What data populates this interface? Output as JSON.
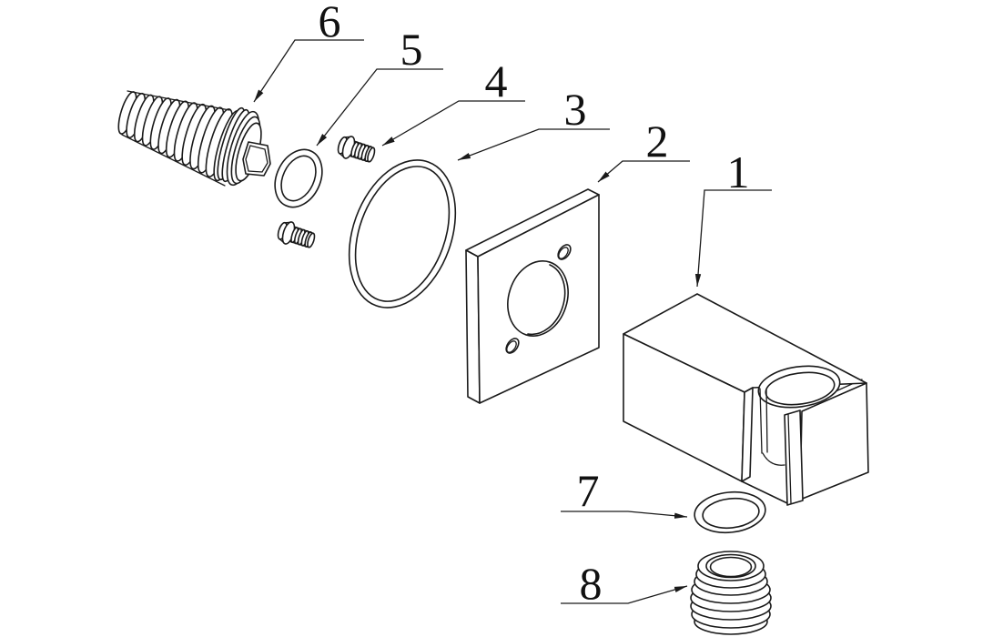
{
  "diagram": {
    "background_color": "#ffffff",
    "line_color": "#1a1a1a",
    "callouts": [
      {
        "label": "1"
      },
      {
        "label": "2"
      },
      {
        "label": "3"
      },
      {
        "label": "4"
      },
      {
        "label": "5"
      },
      {
        "label": "6"
      },
      {
        "label": "7"
      },
      {
        "label": "8"
      }
    ]
  }
}
